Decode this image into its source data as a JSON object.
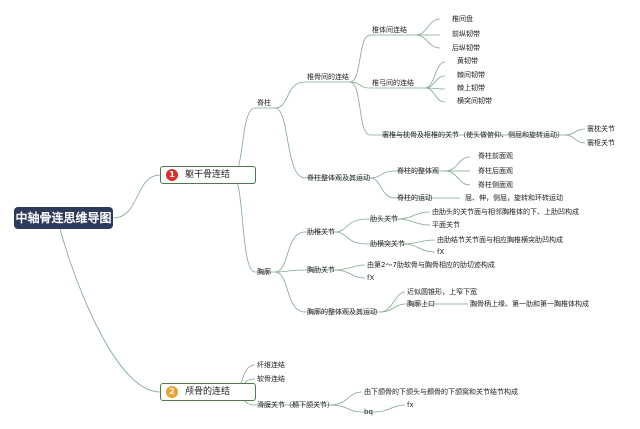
{
  "root": {
    "label": "中轴骨连思维导图"
  },
  "branch1": {
    "number": "1",
    "label": "躯干骨连结",
    "badge_color": "#d9302c",
    "spine": {
      "label": "脊柱",
      "vertebral_joints": {
        "label": "椎骨间的连结",
        "body_joints": {
          "label": "椎体间连结",
          "items": [
            "椎间盘",
            "前纵韧带",
            "后纵韧带"
          ]
        },
        "arch_joints": {
          "label": "椎弓间的连结",
          "items": [
            "黄韧带",
            "棘间韧带",
            "棘上韧带",
            "横突间韧带"
          ]
        },
        "atlanto": {
          "label": "寰椎与枕骨及枢椎的关节（使头做俯仰、侧屈和旋转运动）",
          "items": [
            "寰枕关节",
            "寰枢关节"
          ]
        }
      },
      "overall": {
        "label": "脊柱整体观及其运动",
        "whole_view": {
          "label": "脊柱的整体观",
          "items": [
            "脊柱前面观",
            "脊柱后面观",
            "脊柱侧面观"
          ]
        },
        "movement": {
          "label": "脊柱的运动",
          "text": "屈、伸，侧屈，旋转和环转运动"
        }
      }
    },
    "thorax": {
      "label": "胸廓",
      "costovertebral": {
        "label": "肋椎关节",
        "head": {
          "label": "肋头关节",
          "desc1": "由肋头的关节面与相邻胸椎体的下、上肋凹构成",
          "desc2": "平面关节"
        },
        "transverse": {
          "label": "肋横突关节",
          "desc1": "由肋结节关节面与相应胸椎横突肋凹构成",
          "desc2": "fX"
        }
      },
      "sternocostal": {
        "label": "胸肋关节",
        "desc1": "由第2～7肋软骨与胸骨相应的肋切迹构成",
        "desc2": "fX"
      },
      "overall": {
        "label": "胸廓的整体观及其运动",
        "shape": "近似圆锥形，上窄下宽",
        "inlet": {
          "label": "胸廓上口",
          "desc": "胸骨柄上缘、第一肋和第一胸椎体构成"
        }
      }
    }
  },
  "branch2": {
    "number": "2",
    "label": "颅骨的连结",
    "badge_color": "#f0a030",
    "items": [
      "纤维连结",
      "软骨连结"
    ],
    "synovial": {
      "label": "滑膜关节（颞下颌关节）",
      "desc": "由下颌骨的下颌头与颞骨的下颌窝和关节结节构成",
      "sub_label": "bq",
      "sub_item": "fx"
    }
  },
  "colors": {
    "line": "#7fa88a",
    "root_bg": "#2d3a5c"
  }
}
